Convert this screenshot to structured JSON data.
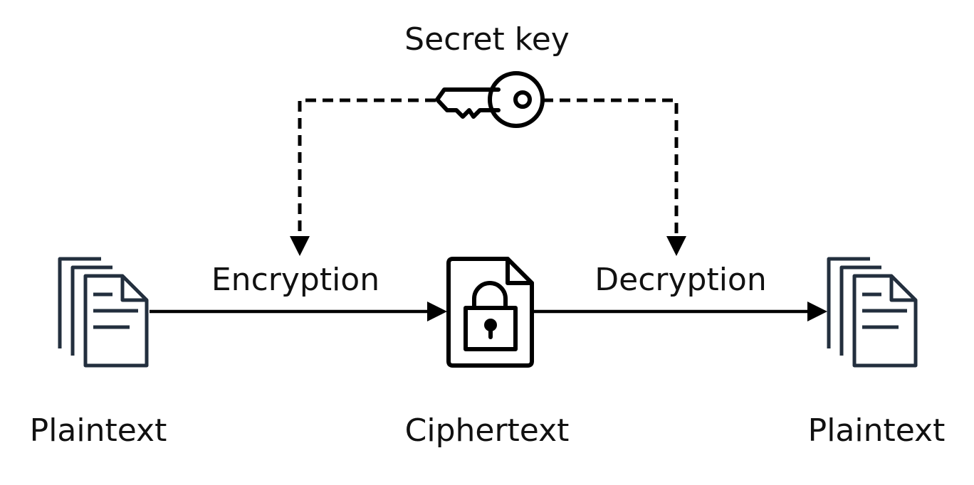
{
  "key_label": "Secret key",
  "steps": {
    "encrypt_label": "Encryption",
    "decrypt_label": "Decryption"
  },
  "nodes": {
    "plaintext_in_label": "Plaintext",
    "ciphertext_label": "Ciphertext",
    "plaintext_out_label": "Plaintext"
  },
  "icons": {
    "documents": "documents-icon",
    "locked_file": "locked-file-icon",
    "key": "key-icon"
  },
  "colors": {
    "line": "#000000",
    "document_stroke": "#232f3e",
    "text": "#111111"
  }
}
